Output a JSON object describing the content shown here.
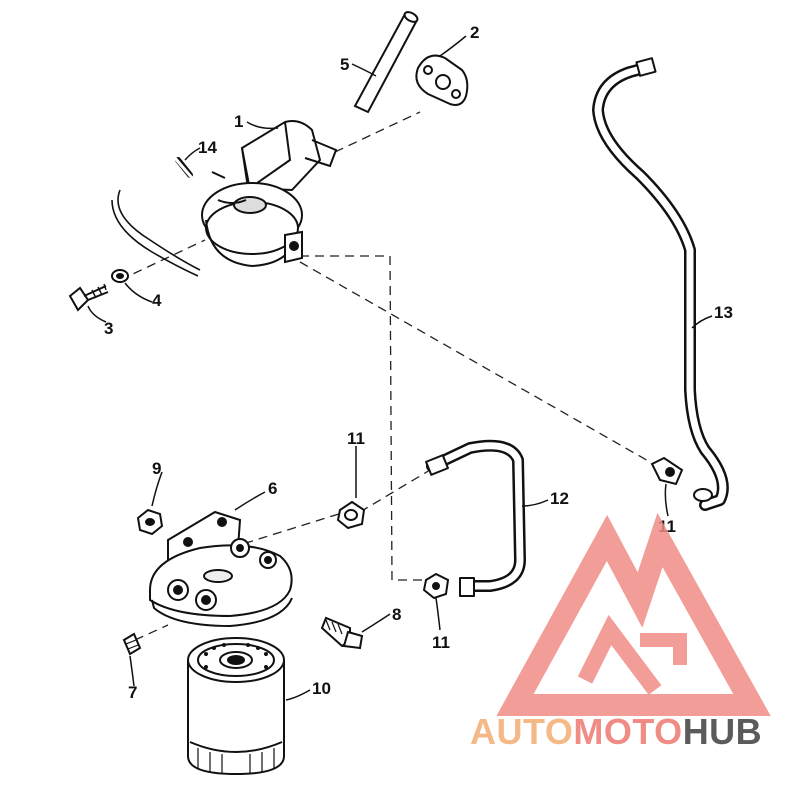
{
  "diagram": {
    "callouts": {
      "c1": "1",
      "c2": "2",
      "c3": "3",
      "c4": "4",
      "c5": "5",
      "c6": "6",
      "c7": "7",
      "c8": "8",
      "c9": "9",
      "c10": "10",
      "c11a": "11",
      "c11b": "11",
      "c11c": "11",
      "c12": "12",
      "c13": "13",
      "c14": "14"
    }
  },
  "watermark": {
    "part1": "AUTO",
    "part2": "MOTO",
    "part3": "HUB",
    "color_part1": "#f5b887",
    "color_part2": "#f08c86",
    "color_part3": "#5b5b5b",
    "logo_color": "#f08c86"
  }
}
